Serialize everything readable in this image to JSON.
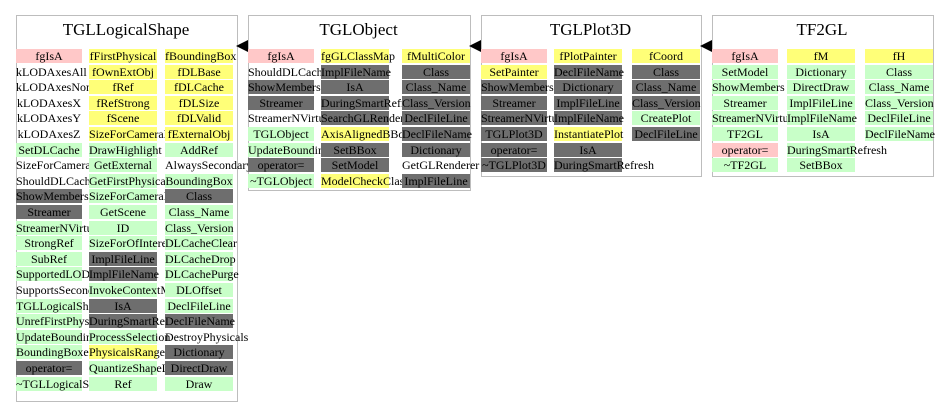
{
  "colors": {
    "pink": "#ffc8c8",
    "yellow": "#ffff78",
    "green": "#c8ffc8",
    "gray": "#6e6e6e",
    "border": "#bdbdbd"
  },
  "classes": [
    {
      "name": "TGLLogicalShape",
      "columns": [
        {
          "cells": [
            {
              "t": "fgIsA",
              "c": "pink"
            },
            {
              "t": "kLODAxesAll",
              "c": "none"
            },
            {
              "t": "kLODAxesNone",
              "c": "none"
            },
            {
              "t": "kLODAxesX",
              "c": "none"
            },
            {
              "t": "kLODAxesY",
              "c": "none"
            },
            {
              "t": "kLODAxesZ",
              "c": "none"
            },
            {
              "t": "SetDLCache",
              "c": "green"
            },
            {
              "t": "SizeForCameraRes",
              "c": "none"
            },
            {
              "t": "ShouldDLCache",
              "c": "none"
            },
            {
              "t": "ShowMembers",
              "c": "gray"
            },
            {
              "t": "Streamer",
              "c": "gray"
            },
            {
              "t": "StreamerNVirtual",
              "c": "green"
            },
            {
              "t": "StrongRef",
              "c": "green"
            },
            {
              "t": "SubRef",
              "c": "green"
            },
            {
              "t": "SupportedLODAxes",
              "c": "green"
            },
            {
              "t": "SupportsSecondarySel",
              "c": "none"
            },
            {
              "t": "TGLLogicalShape",
              "c": "green"
            },
            {
              "t": "UnrefFirstPhysical",
              "c": "green"
            },
            {
              "t": "UpdateBoundingBox",
              "c": "green"
            },
            {
              "t": "BoundingBoxesOfPhysicals",
              "c": "green"
            },
            {
              "t": "operator=",
              "c": "gray"
            },
            {
              "t": "~TGLLogicalShape",
              "c": "green"
            }
          ]
        },
        {
          "cells": [
            {
              "t": "fFirstPhysical",
              "c": "yellow"
            },
            {
              "t": "fOwnExtObj",
              "c": "yellow"
            },
            {
              "t": "fRef",
              "c": "yellow"
            },
            {
              "t": "fRefStrong",
              "c": "yellow"
            },
            {
              "t": "fScene",
              "c": "yellow"
            },
            {
              "t": "SizeForCameraRes",
              "c": "yellow"
            },
            {
              "t": "DrawHighlight",
              "c": "green"
            },
            {
              "t": "GetExternal",
              "c": "green"
            },
            {
              "t": "GetFirstPhysical",
              "c": "green"
            },
            {
              "t": "SizeForCameraInColor",
              "c": "green"
            },
            {
              "t": "GetScene",
              "c": "green"
            },
            {
              "t": "ID",
              "c": "green"
            },
            {
              "t": "SizeForOfInterest",
              "c": "green"
            },
            {
              "t": "ImplFileLine",
              "c": "gray"
            },
            {
              "t": "ImplFileName",
              "c": "gray"
            },
            {
              "t": "InvokeContextMenu",
              "c": "green"
            },
            {
              "t": "IsA",
              "c": "gray"
            },
            {
              "t": "DuringSmartRefresh",
              "c": "gray"
            },
            {
              "t": "ProcessSelection",
              "c": "green"
            },
            {
              "t": "PhysicalsRange",
              "c": "yellow"
            },
            {
              "t": "QuantizeShapeLOD",
              "c": "green"
            },
            {
              "t": "Ref",
              "c": "green"
            }
          ]
        },
        {
          "cells": [
            {
              "t": "fBoundingBox",
              "c": "yellow"
            },
            {
              "t": "fDLBase",
              "c": "yellow"
            },
            {
              "t": "fDLCache",
              "c": "yellow"
            },
            {
              "t": "fDLSize",
              "c": "yellow"
            },
            {
              "t": "fDLValid",
              "c": "yellow"
            },
            {
              "t": "fExternalObj",
              "c": "yellow"
            },
            {
              "t": "AddRef",
              "c": "green"
            },
            {
              "t": "AlwaysSecondarySelect",
              "c": "none"
            },
            {
              "t": "BoundingBox",
              "c": "green"
            },
            {
              "t": "Class",
              "c": "gray"
            },
            {
              "t": "Class_Name",
              "c": "green"
            },
            {
              "t": "Class_Version",
              "c": "green"
            },
            {
              "t": "DLCacheClear",
              "c": "green"
            },
            {
              "t": "DLCacheDrop",
              "c": "green"
            },
            {
              "t": "DLCachePurge",
              "c": "green"
            },
            {
              "t": "DLOffset",
              "c": "green"
            },
            {
              "t": "DeclFileLine",
              "c": "green"
            },
            {
              "t": "DeclFileName",
              "c": "gray"
            },
            {
              "t": "DestroyPhysicals",
              "c": "none"
            },
            {
              "t": "Dictionary",
              "c": "gray"
            },
            {
              "t": "DirectDraw",
              "c": "gray"
            },
            {
              "t": "Draw",
              "c": "green"
            }
          ]
        }
      ]
    },
    {
      "name": "TGLObject",
      "columns": [
        {
          "cells": [
            {
              "t": "fgIsA",
              "c": "pink"
            },
            {
              "t": "ShouldDLCache",
              "c": "none"
            },
            {
              "t": "ShowMembers",
              "c": "gray"
            },
            {
              "t": "Streamer",
              "c": "gray"
            },
            {
              "t": "StreamerNVirtual",
              "c": "none"
            },
            {
              "t": "TGLObject",
              "c": "green"
            },
            {
              "t": "UpdateBoundingBox",
              "c": "green"
            },
            {
              "t": "operator=",
              "c": "gray"
            },
            {
              "t": "~TGLObject",
              "c": "green"
            }
          ]
        },
        {
          "cells": [
            {
              "t": "fgGLClassMap",
              "c": "yellow"
            },
            {
              "t": "ImplFileName",
              "c": "gray"
            },
            {
              "t": "IsA",
              "c": "gray"
            },
            {
              "t": "DuringSmartRefresh",
              "c": "gray"
            },
            {
              "t": "SearchGLRenderer",
              "c": "gray"
            },
            {
              "t": "AxisAlignedBBox",
              "c": "yellow"
            },
            {
              "t": "SetBBox",
              "c": "gray"
            },
            {
              "t": "SetModel",
              "c": "gray"
            },
            {
              "t": "ModelCheckClass",
              "c": "yellow"
            }
          ]
        },
        {
          "cells": [
            {
              "t": "fMultiColor",
              "c": "yellow"
            },
            {
              "t": "Class",
              "c": "gray"
            },
            {
              "t": "Class_Name",
              "c": "gray"
            },
            {
              "t": "Class_Version",
              "c": "gray"
            },
            {
              "t": "DeclFileLine",
              "c": "gray"
            },
            {
              "t": "DeclFileName",
              "c": "gray"
            },
            {
              "t": "Dictionary",
              "c": "gray"
            },
            {
              "t": "GetGLRenderer",
              "c": "none"
            },
            {
              "t": "ImplFileLine",
              "c": "gray"
            }
          ]
        }
      ]
    },
    {
      "name": "TGLPlot3D",
      "columns": [
        {
          "cells": [
            {
              "t": "fgIsA",
              "c": "pink"
            },
            {
              "t": "SetPainter",
              "c": "yellow"
            },
            {
              "t": "ShowMembers",
              "c": "gray"
            },
            {
              "t": "Streamer",
              "c": "gray"
            },
            {
              "t": "StreamerNVirtual",
              "c": "gray"
            },
            {
              "t": "TGLPlot3D",
              "c": "gray"
            },
            {
              "t": "operator=",
              "c": "gray"
            },
            {
              "t": "~TGLPlot3D",
              "c": "gray"
            }
          ]
        },
        {
          "cells": [
            {
              "t": "fPlotPainter",
              "c": "yellow"
            },
            {
              "t": "DeclFileName",
              "c": "gray"
            },
            {
              "t": "Dictionary",
              "c": "gray"
            },
            {
              "t": "ImplFileLine",
              "c": "gray"
            },
            {
              "t": "ImplFileName",
              "c": "gray"
            },
            {
              "t": "InstantiatePlot",
              "c": "yellow"
            },
            {
              "t": "IsA",
              "c": "gray"
            },
            {
              "t": "DuringSmartRefresh",
              "c": "gray"
            }
          ]
        },
        {
          "cells": [
            {
              "t": "fCoord",
              "c": "yellow"
            },
            {
              "t": "Class",
              "c": "gray"
            },
            {
              "t": "Class_Name",
              "c": "gray"
            },
            {
              "t": "Class_Version",
              "c": "gray"
            },
            {
              "t": "CreatePlot",
              "c": "green"
            },
            {
              "t": "DeclFileLine",
              "c": "gray"
            }
          ]
        }
      ]
    },
    {
      "name": "TF2GL",
      "columns": [
        {
          "cells": [
            {
              "t": "fgIsA",
              "c": "pink"
            },
            {
              "t": "SetModel",
              "c": "green"
            },
            {
              "t": "ShowMembers",
              "c": "green"
            },
            {
              "t": "Streamer",
              "c": "green"
            },
            {
              "t": "StreamerNVirtual",
              "c": "green"
            },
            {
              "t": "TF2GL",
              "c": "green"
            },
            {
              "t": "operator=",
              "c": "pink"
            },
            {
              "t": "~TF2GL",
              "c": "green"
            }
          ]
        },
        {
          "cells": [
            {
              "t": "fM",
              "c": "yellow"
            },
            {
              "t": "Dictionary",
              "c": "green"
            },
            {
              "t": "DirectDraw",
              "c": "green"
            },
            {
              "t": "ImplFileLine",
              "c": "green"
            },
            {
              "t": "ImplFileName",
              "c": "green"
            },
            {
              "t": "IsA",
              "c": "green"
            },
            {
              "t": "DuringSmartRefresh",
              "c": "green"
            },
            {
              "t": "SetBBox",
              "c": "green"
            }
          ]
        },
        {
          "cells": [
            {
              "t": "fH",
              "c": "yellow"
            },
            {
              "t": "Class",
              "c": "green"
            },
            {
              "t": "Class_Name",
              "c": "green"
            },
            {
              "t": "Class_Version",
              "c": "green"
            },
            {
              "t": "DeclFileLine",
              "c": "green"
            },
            {
              "t": "DeclFileName",
              "c": "green"
            }
          ]
        }
      ]
    }
  ]
}
